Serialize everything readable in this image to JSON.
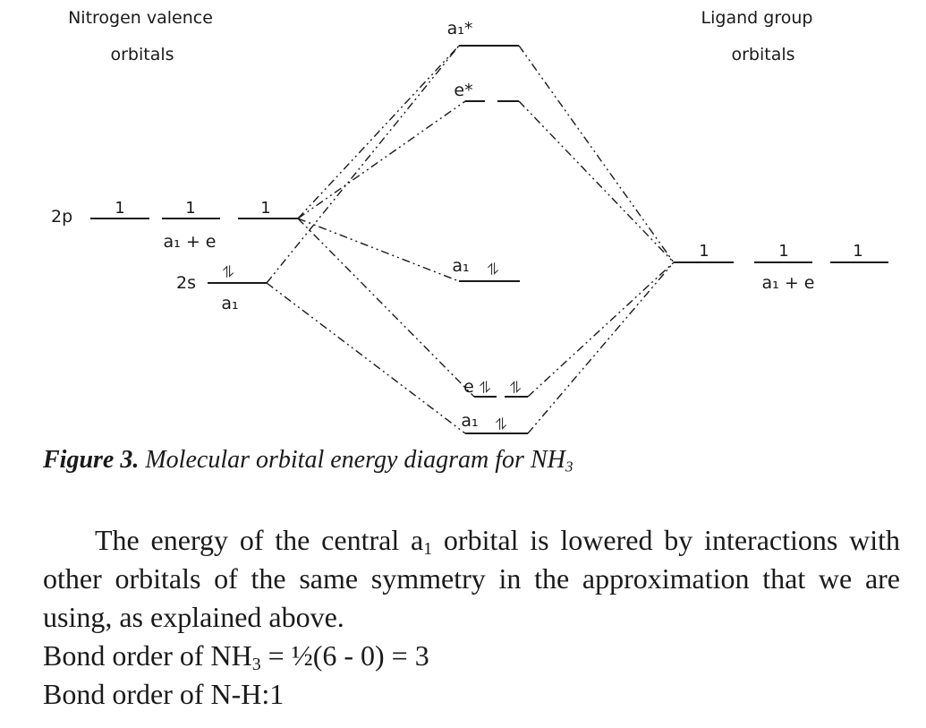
{
  "diagram": {
    "left_heading": [
      "Nitrogen  valence",
      "orbitals"
    ],
    "right_heading": [
      "Ligand group",
      "orbitals"
    ],
    "nitrogen": {
      "p_label": "2p",
      "p_symmetry": "a₁ + e",
      "p_occupancy": [
        "1",
        "1",
        "1"
      ],
      "s_label": "2s",
      "s_symmetry": "a₁",
      "s_occupancy": "⥮"
    },
    "ligand": {
      "symmetry": "a₁ + e",
      "occupancy": [
        "1",
        "1",
        "1"
      ]
    },
    "mo": {
      "a1_star": "a₁*",
      "e_star": "e*",
      "a1_nb": "a₁",
      "a1_nb_occupancy": "⥮",
      "e_bond": "e",
      "e_bond_occupancy": [
        "⥮",
        "⥮"
      ],
      "a1_bond": "a₁",
      "a1_bond_occupancy": "⥮"
    }
  },
  "caption": {
    "bold": "Figure 3.",
    "text": "Molecular orbital energy diagram for NH",
    "sub": "3"
  },
  "paragraph": {
    "pre": "The energy of the central a",
    "sub": "1",
    "post": " orbital is lowered by interactions with other orbitals of the same symmetry in the approximation that we are using, as explained above."
  },
  "bond_order_nh3": {
    "pre": "Bond order of NH",
    "sub": "3",
    "post": " = ½(6 - 0) = 3"
  },
  "bond_order_nh": "Bond order of N-H:1"
}
